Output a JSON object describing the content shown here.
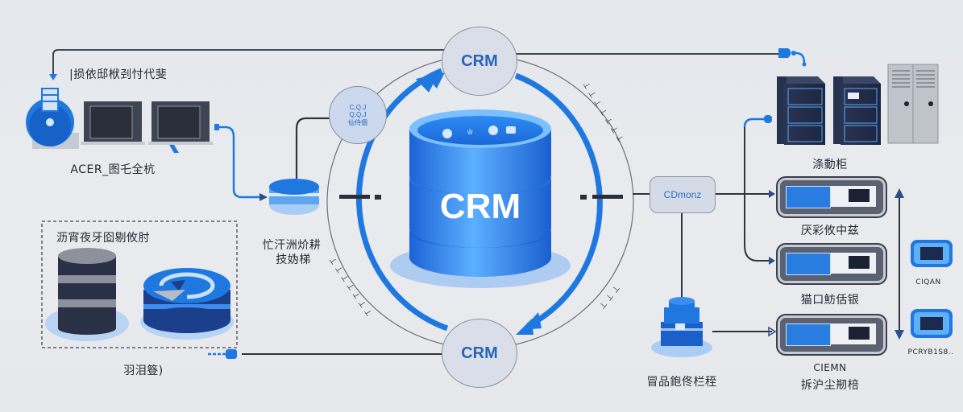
{
  "diagram": {
    "center": {
      "label": "CRM",
      "icons": [
        "chart-icon",
        "people-icon",
        "clock-icon",
        "message-icon"
      ]
    },
    "top_node": {
      "label": "CRM"
    },
    "bottom_node": {
      "label": "CRM"
    },
    "small_node": {
      "line1": "C,Q.J",
      "line2": "Q,Q,J",
      "line3": "仙侍佃",
      "line4": "…"
    },
    "right_connector": {
      "label": "CDmonz"
    },
    "left_top": {
      "title": "|损依邸栿刭忖代斐",
      "caption": "ACER_图乇全杭"
    },
    "left_group": {
      "title": "沥宵夜牙囵剔攸肘",
      "caption": "羽泪簦)"
    },
    "left_db_caption": {
      "line1": "忙汗洲炌耕",
      "line2": "技妫梯"
    },
    "orbit_text": {
      "right_upper": "⊥ ⊥ ⊥ ⊥ ⊥ ⊥ ⊥",
      "left_lower": "⊥ ⊥ ⊥ ⊥ ⊥ ⊥ ⊥",
      "right_lower": "⊥ ⊥ ⊥"
    },
    "right_top": {
      "caption": "涤動柜"
    },
    "right_devices": [
      {
        "caption": "厌彩攸中兹"
      },
      {
        "caption": "猫口魴佸银"
      },
      {
        "caption_line1": "CIEMN",
        "caption_line2": "拆沪尘剏棓"
      }
    ],
    "right_small_devices": [
      {
        "caption": "CIQAN"
      },
      {
        "caption": "PCRYB1S8.."
      }
    ],
    "bottom_db_caption": "冒品鉋佟栏秷"
  },
  "colors": {
    "accent_blue": "#1e78e0",
    "dark_navy": "#1f2d4d",
    "background": "#e6e9ed",
    "line_dark": "#30343c"
  }
}
